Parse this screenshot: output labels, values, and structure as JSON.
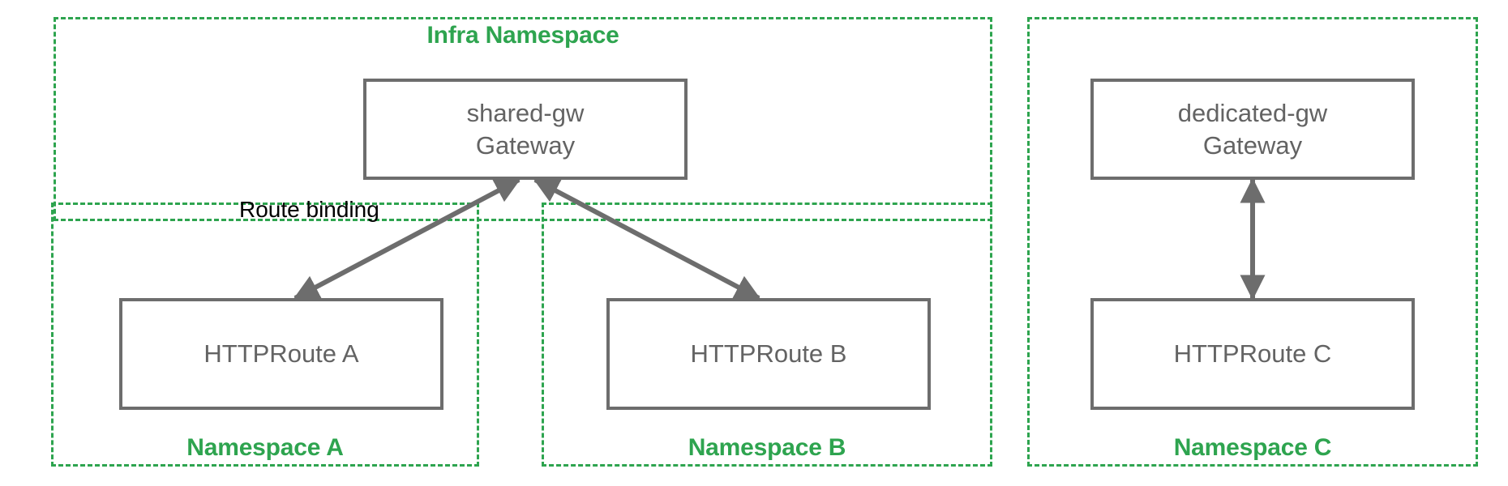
{
  "diagram": {
    "title_note": "Kubernetes Gateway API cross-namespace route binding diagram",
    "colors": {
      "namespace_green": "#2ea44f",
      "box_border_gray": "#6d6d6d",
      "box_text_gray": "#636363",
      "label_black": "#000000",
      "background": "#ffffff"
    }
  },
  "namespaces": {
    "infra": {
      "label": "Infra Namespace"
    },
    "a": {
      "label": "Namespace A"
    },
    "b": {
      "label": "Namespace B"
    },
    "c": {
      "label": "Namespace C"
    }
  },
  "resources": {
    "shared_gw": {
      "label": "shared-gw\nGateway"
    },
    "dedicated_gw": {
      "label": "dedicated-gw\nGateway"
    },
    "route_a": {
      "label": "HTTPRoute A"
    },
    "route_b": {
      "label": "HTTPRoute B"
    },
    "route_c": {
      "label": "HTTPRoute C"
    }
  },
  "edges": {
    "route_binding": {
      "label": "Route binding"
    }
  }
}
